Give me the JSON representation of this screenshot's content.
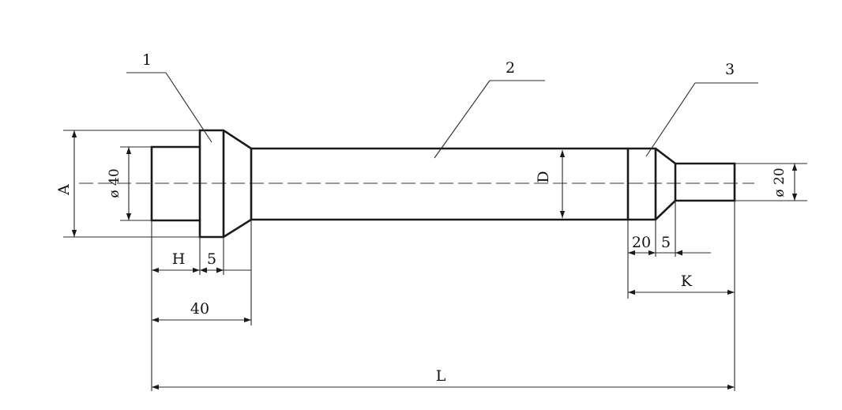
{
  "part_numbers": [
    "1",
    "2",
    "3"
  ],
  "dimensions": {
    "A": "A",
    "dia40": "ø 40",
    "D": "D",
    "dia20": "ø 20",
    "H": "H",
    "five_left": "5",
    "forty": "40",
    "twenty": "20",
    "five_right": "5",
    "K": "K",
    "L": "L"
  },
  "colors": {
    "ink": "#1a1a1a",
    "paper": "#ffffff"
  }
}
